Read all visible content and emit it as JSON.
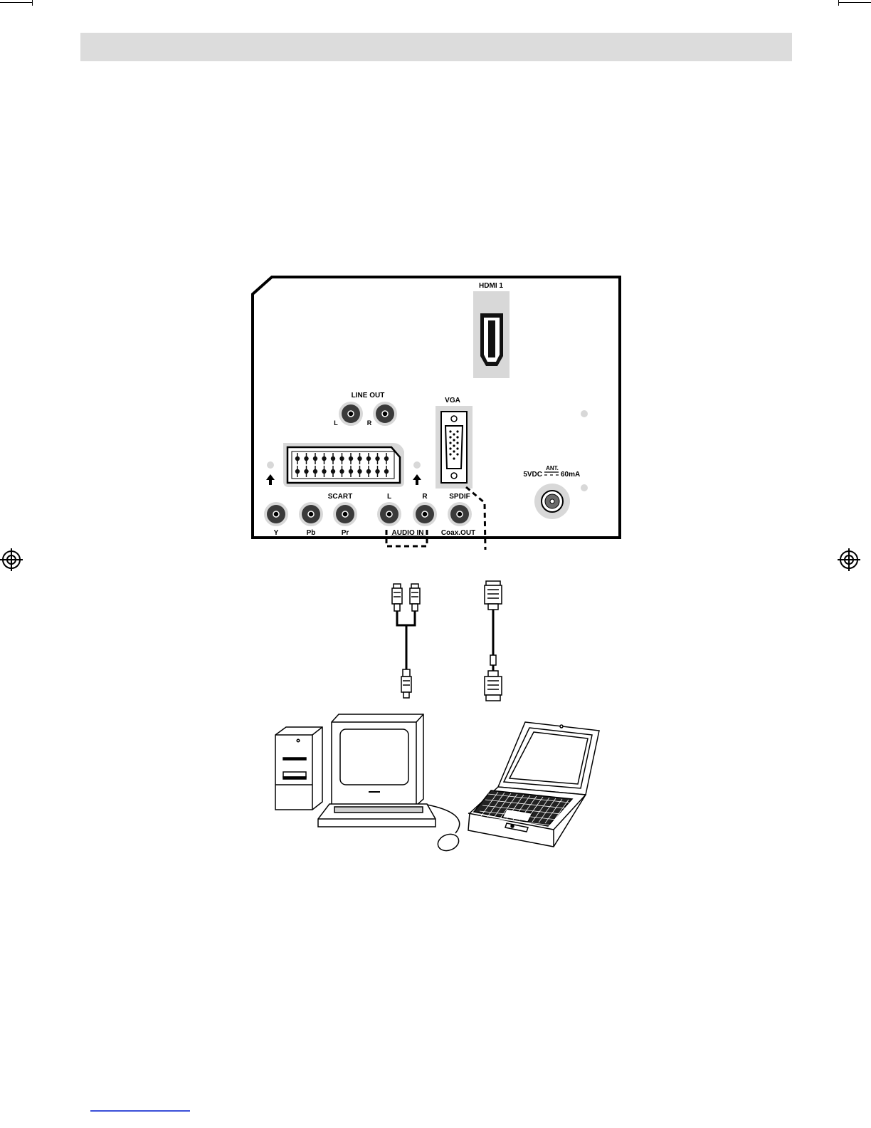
{
  "labels": {
    "hdmi": "HDMI 1",
    "line_out": "LINE OUT",
    "line_out_l": "L",
    "line_out_r": "R",
    "vga": "VGA",
    "ant": "ANT.",
    "power_left": "5VDC",
    "power_right": "60mA",
    "scart": "SCART",
    "audio_in_l": "L",
    "audio_in_r": "R",
    "spdif": "SPDIF",
    "y": "Y",
    "pb": "Pb",
    "pr": "Pr",
    "audio_in": "AUDIO IN",
    "coax_out": "Coax.OUT"
  },
  "icons": [
    "hdmi-port-icon",
    "scart-port-icon",
    "vga-port-icon",
    "rca-jack-icon",
    "antenna-socket-icon",
    "rca-cable-icon",
    "vga-cable-icon",
    "desktop-pc-icon",
    "crt-monitor-icon",
    "keyboard-icon",
    "mouse-icon",
    "laptop-icon",
    "registration-mark-icon"
  ],
  "colors": {
    "header_bar": "#dcdcdc",
    "panel_outline": "#000000",
    "port_well": "#d8d8d8",
    "jack_ring": "#3a3a3a"
  }
}
